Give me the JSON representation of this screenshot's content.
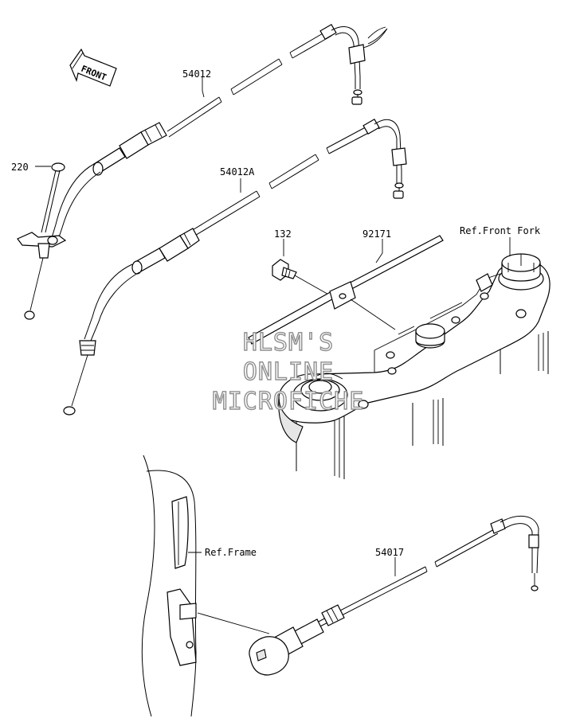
{
  "labels": {
    "front": "FRONT",
    "p220": "220",
    "p54012": "54012",
    "p54012A": "54012A",
    "p132": "132",
    "p92171": "92171",
    "ref_front_fork": "Ref.Front Fork",
    "ref_frame": "Ref.Frame",
    "p54017": "54017"
  },
  "watermark": {
    "line1": "HLSM'S",
    "line2": "ONLINE",
    "line3": "MICROFICHE"
  }
}
